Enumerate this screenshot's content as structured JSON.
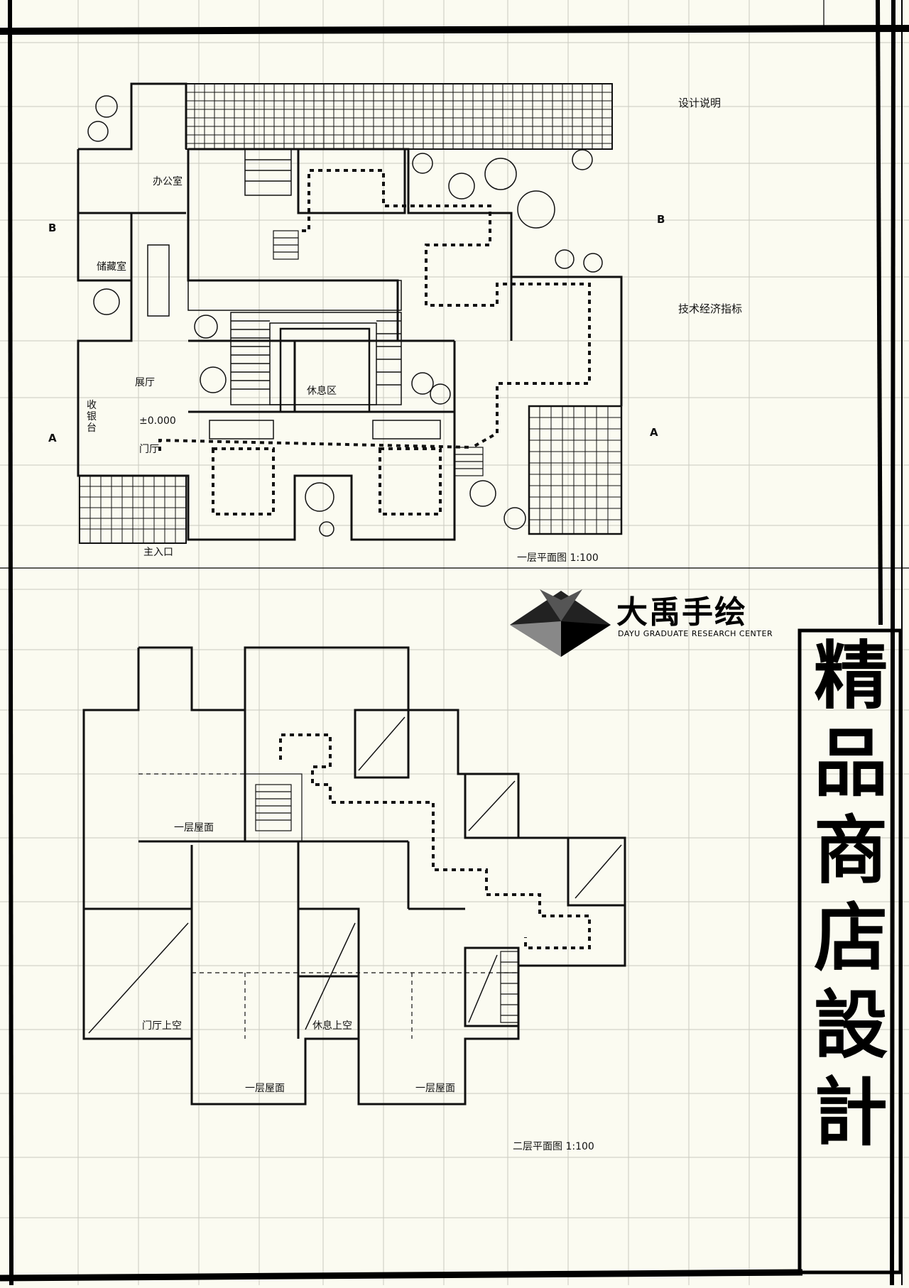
{
  "sheet": {
    "title_chars": [
      "精",
      "品",
      "商",
      "店",
      "設",
      "計"
    ],
    "notes": {
      "design_notes": "设计说明",
      "tech_indicators": "技术经济指标"
    },
    "logo": {
      "name": "大禹手绘",
      "subtitle": "DAYU GRADUATE RESEARCH CENTER"
    }
  },
  "plan1": {
    "scale_label": "一层平面图 1:100",
    "rooms": {
      "office": "办公室",
      "storage": "储藏室",
      "hall": "展厅",
      "cashier": "收银台",
      "lobby": "门厅",
      "elevation": "±0.000",
      "rest_area": "休息区",
      "entrance": "主入口"
    },
    "section_marks": {
      "a_left": "A",
      "a_right": "A",
      "b_left": "B",
      "b_right": "B"
    }
  },
  "plan2": {
    "scale_label": "二层平面图 1:100",
    "rooms": {
      "roof_top": "一层屋面",
      "lobby_above": "门厅上空",
      "rest_above": "休息上空",
      "roof_bottom_left": "一层屋面",
      "roof_bottom_right": "一层屋面"
    }
  }
}
